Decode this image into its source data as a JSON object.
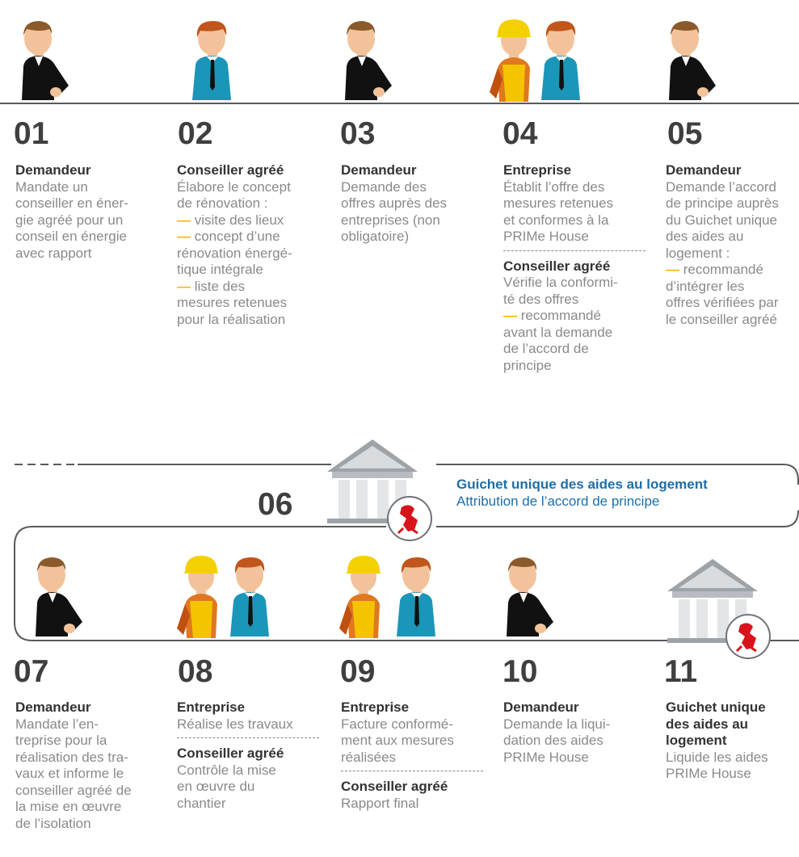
{
  "colors": {
    "accent": "#f5b800",
    "blue": "#1e6ea7",
    "dark": "#3f3f3f"
  },
  "steps_top": [
    {
      "num": "01",
      "blocks": [
        {
          "role": "Demandeur",
          "lines": [
            "Mandate un",
            "conseiller en éner-",
            "gie agréé pour un",
            "conseil en énergie",
            "avec rapport"
          ]
        }
      ]
    },
    {
      "num": "02",
      "blocks": [
        {
          "role": "Conseiller agréé",
          "lines": [
            "Élabore le concept",
            "de rénovation :",
            "— visite des lieux",
            "— concept d’une",
            "rénovation énergé-",
            "tique intégrale",
            "— liste des",
            "mesures retenues",
            "pour la réalisation"
          ]
        }
      ]
    },
    {
      "num": "03",
      "blocks": [
        {
          "role": "Demandeur",
          "lines": [
            "Demande des",
            "offres auprès des",
            "entreprises (non",
            "obligatoire)"
          ]
        }
      ]
    },
    {
      "num": "04",
      "blocks": [
        {
          "role": "Entreprise",
          "lines": [
            "Établit l’offre des",
            "mesures retenues",
            "et conformes à la",
            "PRIMe House"
          ]
        },
        {
          "role": "Conseiller agréé",
          "lines": [
            "Vérifie la conformi-",
            "té des offres",
            "— recommandé",
            "avant la demande",
            "de l’accord de",
            "principe"
          ]
        }
      ]
    },
    {
      "num": "05",
      "blocks": [
        {
          "role": "Demandeur",
          "lines": [
            "Demande l’accord",
            "de principe auprès",
            "du Guichet unique",
            "des aides au",
            "logement :",
            "— recommandé",
            "d’intégrer les",
            "offres vérifiées par",
            "le conseiller agréé"
          ]
        }
      ]
    }
  ],
  "step06": {
    "num": "06",
    "title": "Guichet unique des aides au logement",
    "subtitle": "Attribution de l’accord de principe"
  },
  "steps_bottom": [
    {
      "num": "07",
      "blocks": [
        {
          "role": "Demandeur",
          "lines": [
            "Mandate l’en-",
            "treprise pour la",
            "réalisation des tra-",
            "vaux et informe le",
            "conseiller agréé de",
            "la mise en œuvre",
            "de l’isolation"
          ]
        }
      ]
    },
    {
      "num": "08",
      "blocks": [
        {
          "role": "Entreprise",
          "lines": [
            "Réalise les travaux"
          ]
        },
        {
          "role": "Conseiller agréé",
          "lines": [
            "Contrôle la mise",
            "en œuvre du",
            "chantier"
          ]
        }
      ]
    },
    {
      "num": "09",
      "blocks": [
        {
          "role": "Entreprise",
          "lines": [
            "Facture conformé-",
            "ment aux mesures",
            "réalisées"
          ]
        },
        {
          "role": "Conseiller agréé",
          "lines": [
            "Rapport final"
          ]
        }
      ]
    },
    {
      "num": "10",
      "blocks": [
        {
          "role": "Demandeur",
          "lines": [
            "Demande la liqui-",
            "dation des aides",
            "PRIMe House"
          ]
        }
      ]
    },
    {
      "num": "11",
      "blocks": [
        {
          "role": "Guichet unique des aides au logement",
          "lines": [
            "Liquide les aides",
            "PRIMe House"
          ]
        }
      ]
    }
  ]
}
